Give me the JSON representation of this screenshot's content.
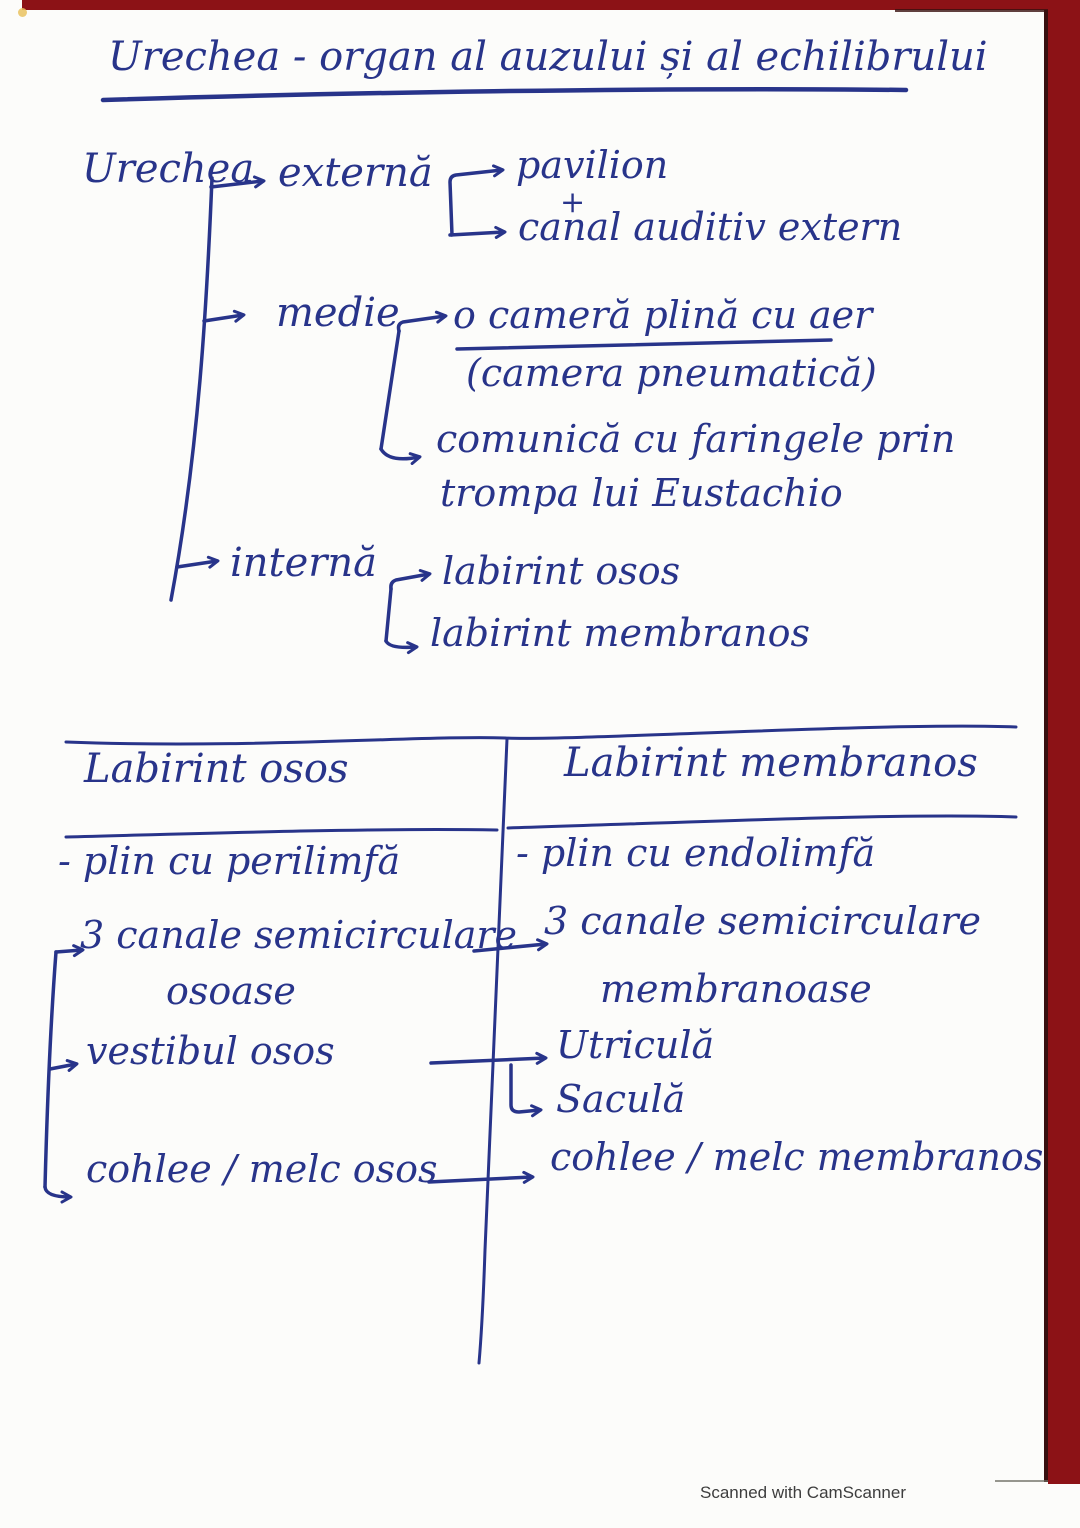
{
  "document": {
    "title": "Urechea - organ al auzului și al echilibrului",
    "footer": "Scanned with CamScanner"
  },
  "tree": {
    "root": "Urechea",
    "branches": [
      {
        "label": "externă",
        "joiner": "+",
        "children": [
          "pavilion",
          "canal auditiv extern"
        ]
      },
      {
        "label": "medie",
        "notes": [
          "o cameră plină cu aer",
          "(camera pneumatică)",
          "comunică cu faringele prin",
          "trompa lui Eustachio"
        ]
      },
      {
        "label": "internă",
        "children": [
          "labirint osos",
          "labirint membranos"
        ]
      }
    ]
  },
  "table": {
    "headers": [
      "Labirint osos",
      "Labirint membranos"
    ],
    "rows": [
      {
        "left": "- plin cu perilimfă",
        "right": "- plin cu endolimfă"
      },
      {
        "left": "3 canale semicirculare",
        "left2": "osoase",
        "right": "3 canale semicirculare",
        "right2": "membranoase"
      },
      {
        "left": "vestibul osos",
        "right": "Utriculă",
        "right2": "Saculă"
      },
      {
        "left": "cohlee / melc osos",
        "right": "cohlee / melc membranos"
      }
    ]
  },
  "colors": {
    "ink": "#28348a",
    "red": "#8c1216",
    "paper": "#fcfcfa",
    "footer": "#3d3d3d"
  }
}
